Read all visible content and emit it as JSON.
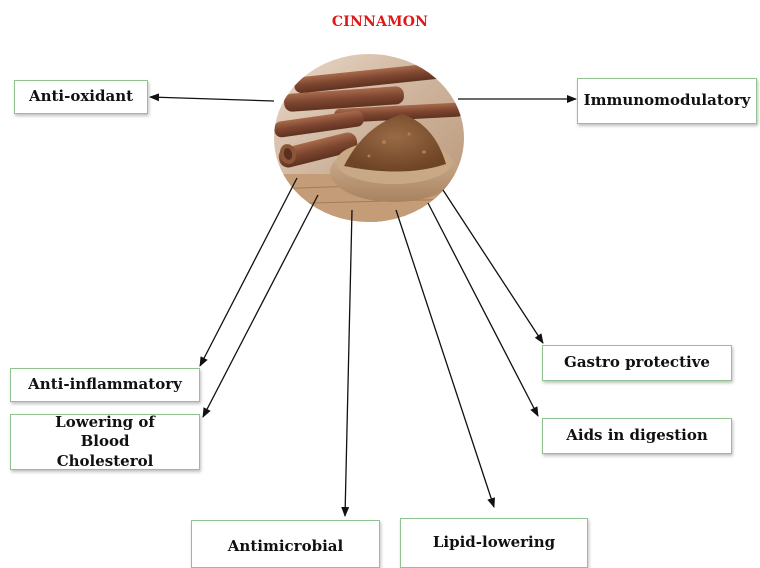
{
  "title": "CINNAMON",
  "labels": {
    "anti_oxidant": "Anti-oxidant",
    "immunomodulatory": "Immunomodulatory",
    "anti_inflammatory": "Anti-inflammatory",
    "lowering_cholesterol": "Lowering of Blood Cholesterol",
    "gastro_protective": "Gastro protective",
    "aids_digestion": "Aids in digestion",
    "antimicrobial": "Antimicrobial",
    "lipid_lowering": "Lipid-lowering"
  },
  "colors": {
    "title": "#e01818",
    "box_border": "#8fc38f",
    "arrow": "#111111"
  }
}
